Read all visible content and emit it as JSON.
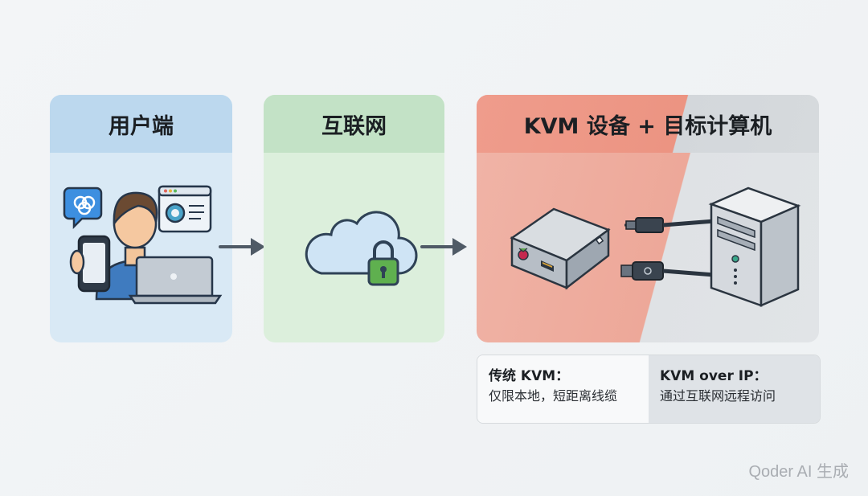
{
  "panels": {
    "user": {
      "title": "用户端",
      "bg": "#d9e9f5",
      "header_bg": "#bcd8ee"
    },
    "internet": {
      "title": "互联网",
      "bg": "#dcefdc",
      "header_bg": "#c3e2c6"
    },
    "kvm": {
      "title": "KVM 设备 + 目标计算机",
      "left_bg": "#eda899",
      "right_bg": "#e1e4e7"
    }
  },
  "icons": {
    "user": [
      "chat-bubble-icon",
      "person-icon",
      "smartphone-icon",
      "browser-window-icon",
      "laptop-icon"
    ],
    "internet": [
      "cloud-icon",
      "padlock-icon"
    ],
    "kvm": [
      "kvm-device-icon",
      "raspberry-pi-logo-icon",
      "hdmi-port-icon",
      "hdmi-cable-icon",
      "usb-cable-icon",
      "tower-pc-icon"
    ]
  },
  "flow_arrows": [
    "user-to-internet-arrow",
    "internet-to-kvm-arrow"
  ],
  "comparison": {
    "traditional": {
      "title": "传统 KVM：",
      "desc": "仅限本地，短距离线缆"
    },
    "over_ip": {
      "title": "KVM over IP：",
      "desc": "通过互联网远程访问"
    }
  },
  "watermark": "Qoder AI 生成"
}
